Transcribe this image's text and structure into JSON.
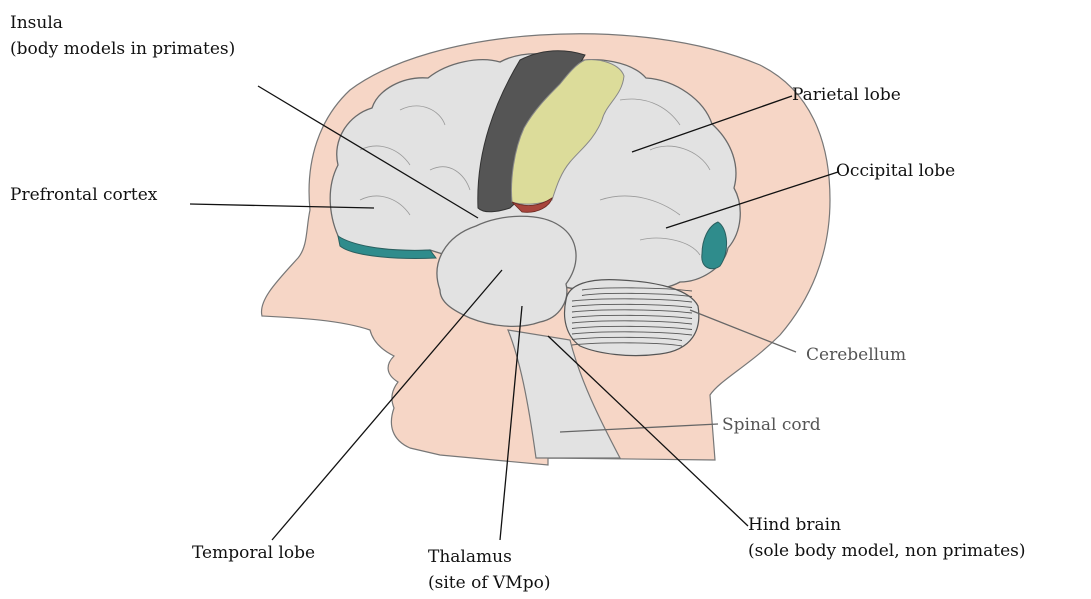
{
  "labels": {
    "insula": "Insula",
    "insula_note": "(body models in primates)",
    "parietal": "Parietal lobe",
    "prefrontal": "Prefrontal cortex",
    "occipital": "Occipital lobe",
    "cerebellum": "Cerebellum",
    "spinal": "Spinal cord",
    "temporal": "Temporal lobe",
    "thalamus": "Thalamus",
    "thalamus_note": "(site of VMpo)",
    "hindbrain": "Hind brain",
    "hindbrain_note": "(sole body model, non primates)"
  },
  "colors": {
    "head": "#f6d6c6",
    "brain": "#e2e2e2",
    "brain_outline": "#6a6a6a",
    "dark_strip": "#555555",
    "yellow_strip": "#dcdc9a",
    "teal": "#2f8c8c",
    "red_patch": "#a8453c"
  }
}
